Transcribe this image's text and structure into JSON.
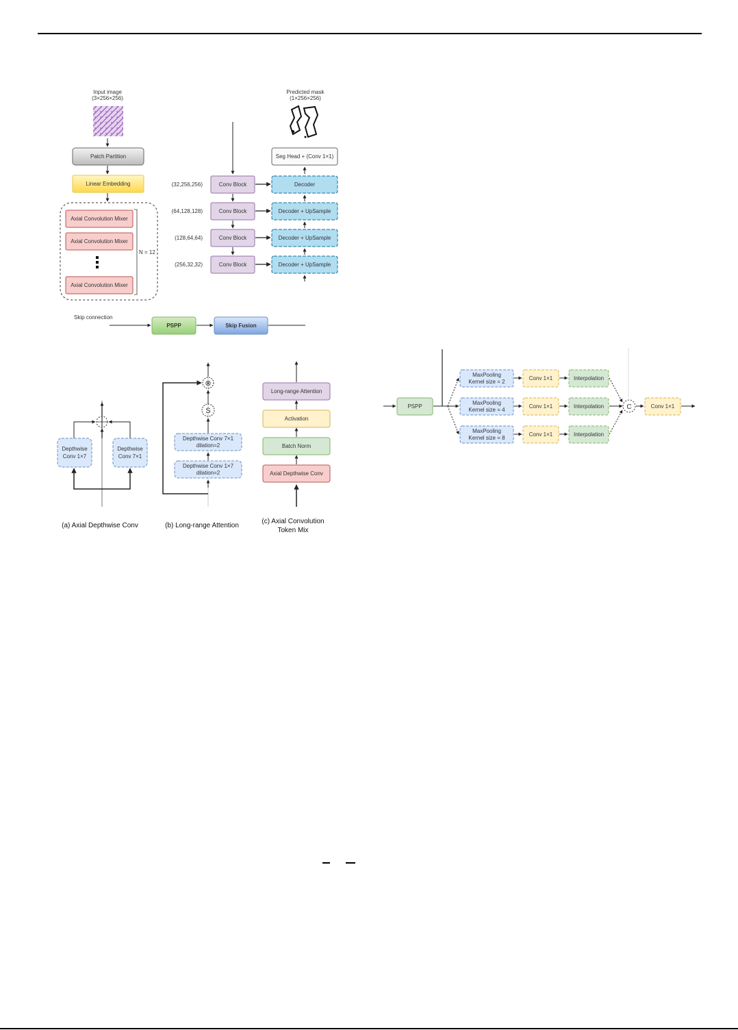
{
  "page": {
    "header_rule": true,
    "footer_rule": true
  },
  "figure_main": {
    "input_label": [
      "Input image",
      "(3×256×256)"
    ],
    "output_label": [
      "Predicted mask",
      "(1×256×256)"
    ],
    "patch_partition": "Patch Partition",
    "linear_embedding": "Linear Embedding",
    "axial_blocks": [
      "Axial Convolution Mixer",
      "Axial Convolution Mixer",
      "Axial Convolution Mixer"
    ],
    "repeat_label": "N = 12",
    "skip_connection_label": "Skip connection",
    "pspp_label": "PSPP",
    "skip_fusion_label": "Skip Fusion",
    "encoder_blocks": [
      "Conv Block",
      "Conv Block",
      "Conv Block",
      "Conv Block"
    ],
    "encoder_shapes": [
      "(32,256,256)",
      "(64,128,128)",
      "(128,64,64)",
      "(256,32,32)"
    ],
    "decoder_blocks": [
      "Decoder",
      "Decoder + UpSample",
      "Decoder + UpSample",
      "Decoder + UpSample"
    ],
    "head_block": "Seg Head + (Conv 1×1)",
    "colors": {
      "gray": "#d9d9d9",
      "yellow": "#ffe26e",
      "pink": "#f8cecc",
      "pink_border": "#b85450",
      "purple": "#e1d5e7",
      "purple_border": "#9673a6",
      "blue": "#b1ddf0",
      "blue_border": "#10739e",
      "green": "#a9d18e",
      "green_border": "#82b366",
      "lightblue": "#dae8fc",
      "lightblue_border": "#6c8ebf",
      "cream": "#fff2cc",
      "cream_border": "#d6b656",
      "lightgreen": "#d5e8d4"
    }
  },
  "subfig_a": {
    "left_block": [
      "Depthwise",
      "Conv 1×7"
    ],
    "right_block": [
      "Depthwise",
      "Conv 7×1"
    ],
    "caption": "(a) Axial Depthwise Conv"
  },
  "subfig_b": {
    "block_top": [
      "Depthwise Conv 7×1",
      "dilation=2"
    ],
    "block_bottom": [
      "Depthwise Conv 1×7",
      "dilation=2"
    ],
    "sigmoid_symbol": "S",
    "multiply_symbol": "⊗",
    "caption": "(b) Long-range Attention"
  },
  "subfig_c": {
    "blocks": [
      "Long-range Attention",
      "Activation",
      "Batch Norm",
      "Axial Depthwise Conv"
    ],
    "caption": [
      "(c) Axial Convolution",
      "Token Mix"
    ]
  },
  "subfig_pspp": {
    "input_block": "PSPP",
    "branches": [
      {
        "pool": [
          "MaxPooling",
          "Kernel size = 2"
        ],
        "conv": "Conv 1×1",
        "interp": "Interpolation"
      },
      {
        "pool": [
          "MaxPooling",
          "Kernel size = 4"
        ],
        "conv": "Conv 1×1",
        "interp": "Interpolation"
      },
      {
        "pool": [
          "MaxPooling",
          "Kernel size = 8"
        ],
        "conv": "Conv 1×1",
        "interp": "Interpolation"
      }
    ],
    "concat_symbol": "C",
    "output_block": "Conv 1×1"
  }
}
